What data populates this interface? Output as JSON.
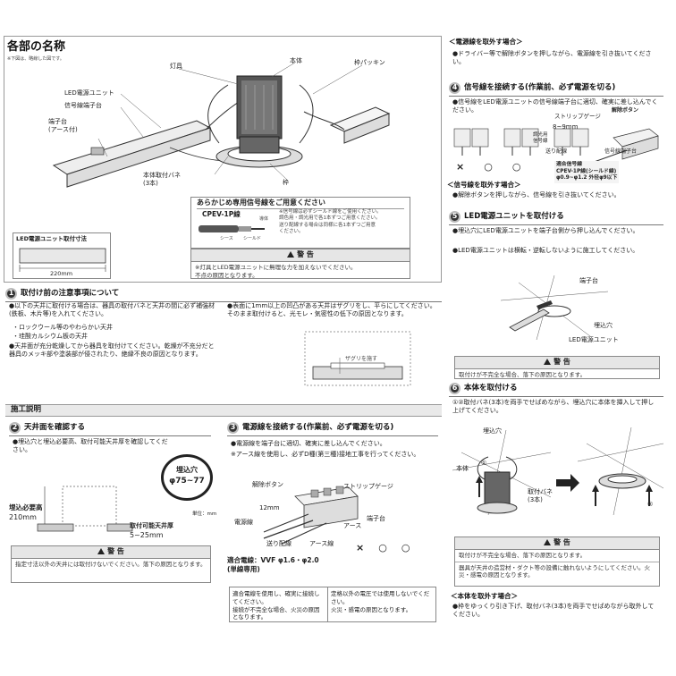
{
  "parts": {
    "title": "各部の名称",
    "note": "※下図は、略線した図です。",
    "labels": {
      "lamp": "灯具",
      "body": "本体",
      "frame_packing": "枠パッキン",
      "led_unit": "LED電源ユニット",
      "signal_terminal": "信号線端子台",
      "terminal_block": "端子台\n(アース付)",
      "spring": "本体取付バネ\n(3本)",
      "frame": "枠"
    },
    "prep": {
      "heading": "あらかじめ専用信号線をご用意ください",
      "cable": "CPEV-1P線",
      "note": "※信号線は必ずシールド線をご使用ください。\n 調色用・調光用で各1本ずつご用意ください。\n 送り配線する場合は同様に各1本ずつご用意\n ください。",
      "conductor": "導体",
      "sheath": "シース",
      "shield": "シールド"
    },
    "warning1": {
      "title": "警 告",
      "text": "※灯具とLED電源ユニットに無理な力を加えないでください。\n 不点の原因となります。"
    },
    "unit_size": {
      "title": "LED電源ユニット取付寸法",
      "dimension": "220mm"
    }
  },
  "section1": {
    "number": "1",
    "heading": "取付け前の注意事項について",
    "items": [
      "●以下の天井に取付ける場合は、器具の取付バネと天井の間に必ず補強材(鉄板、木片等)を入れてください。",
      "・ロックウール等のやわらかい天井",
      "・珪酸カルシウム板の天井",
      "●天井面が充分乾燥してから器具を取付けてください。乾燥が不充分だと器具のメッキ部や塗装部が侵されたり、絶縁不良の原因となります。"
    ],
    "item_right": "●表面に1mm以上の凹凸がある天井はザグリをし、平らにしてください。そのまま取付けると、光モレ・気密性の低下の原因となります。",
    "zaguri": "ザグリを施す"
  },
  "construction": {
    "title": "施工説明"
  },
  "step2": {
    "number": "2",
    "heading": "天井面を確認する",
    "text": "●埋込穴と埋込必要高、取付可能天井厚を確認してください。",
    "hole": "埋込穴",
    "hole_size": "φ75~77",
    "unit": "単位：mm",
    "height_label": "埋込必要高",
    "height": "210mm",
    "thickness_label": "取付可能天井厚",
    "thickness": "5~25mm",
    "warning_title": "警 告",
    "warning": "指定寸法以外の天井には取付けないでください。落下の原因となります。"
  },
  "step3": {
    "number": "3",
    "heading": "電源線を接続する(作業前、必ず電源を切る)",
    "items": [
      "●電源線を端子台に適切、確実に差し込んでください。",
      "※アース線を使用し、必ずD種(第三種)接地工事を行ってください。"
    ],
    "labels": {
      "release_button": "解除ボタン",
      "strip_gauge": "ストリップゲージ",
      "terminal": "端子台",
      "length": "12mm",
      "power_line": "電源線",
      "earth": "アース",
      "forward": "送り配線",
      "earth_line": "アース線"
    },
    "suitable": "適合電線：VVF φ1.6・φ2.0\n(単線専用)",
    "ox": [
      "×",
      "○",
      "○"
    ],
    "warn_left": "適合電線を使用し、確実に接続してください。\n接続が不完全な場合、火災の原因となります。",
    "warn_right": "定格以外の電圧では使用しないでください。\n火災・感電の原因となります。"
  },
  "remove_power": {
    "heading": "＜電源線を取外す場合＞",
    "text": "●ドライバー等で解除ボタンを押しながら、電源線を引き抜いてください。"
  },
  "step4": {
    "number": "4",
    "heading": "信号線を接続する(作業前、必ず電源を切る)",
    "text": "●信号線をLED電源ユニットの信号線端子台に適切、確実に差し込んでください。",
    "labels": {
      "strip_gauge": "ストリップゲージ",
      "release": "解除ボタン",
      "length": "8~9mm",
      "dim": "調光用\n信号線",
      "forward": "送り配線",
      "terminal": "信号線端子台"
    },
    "suitable": "適合信号線\nCPEV-1P線(シールド線)\nφ0.9~φ1.2 外径φ9以下",
    "ox": [
      "×",
      "○",
      "○"
    ],
    "remove_heading": "＜信号線を取外す場合＞",
    "remove_text": "●解除ボタンを押しながら、信号線を引き抜いてください。"
  },
  "step5": {
    "number": "5",
    "heading": "LED電源ユニットを取付ける",
    "items": [
      "●埋込穴にLED電源ユニットを端子台側から押し込んでください。",
      "●LED電源ユニットは横転・逆転しないように施工してください。"
    ],
    "labels": {
      "terminal": "端子台",
      "hole": "埋込穴",
      "unit": "LED電源ユニット"
    },
    "warning_title": "警 告",
    "warning": "取付けが不完全な場合、落下の原因となります。"
  },
  "step6": {
    "number": "6",
    "heading": "本体を取付ける",
    "text": "①②取付バネ(3本)を両手でせばめながら、埋込穴に本体を挿入して押し上げてください。",
    "labels": {
      "hole": "埋込穴",
      "body": "本体",
      "spring": "取付バネ\n(3本)",
      "c1": "①",
      "c2": "②"
    },
    "warning_title": "警 告",
    "warning1": "取付けが不完全な場合、落下の原因となります。",
    "warning2": "器具が天井の造営材・ダクト等の設備に触れないようにしてください。火災・感電の原因となります。",
    "remove_heading": "＜本体を取外す場合＞",
    "remove_text": "●枠をゆっくり引き下げ、取付バネ(3本)を両手でせばめながら取外してください。"
  }
}
